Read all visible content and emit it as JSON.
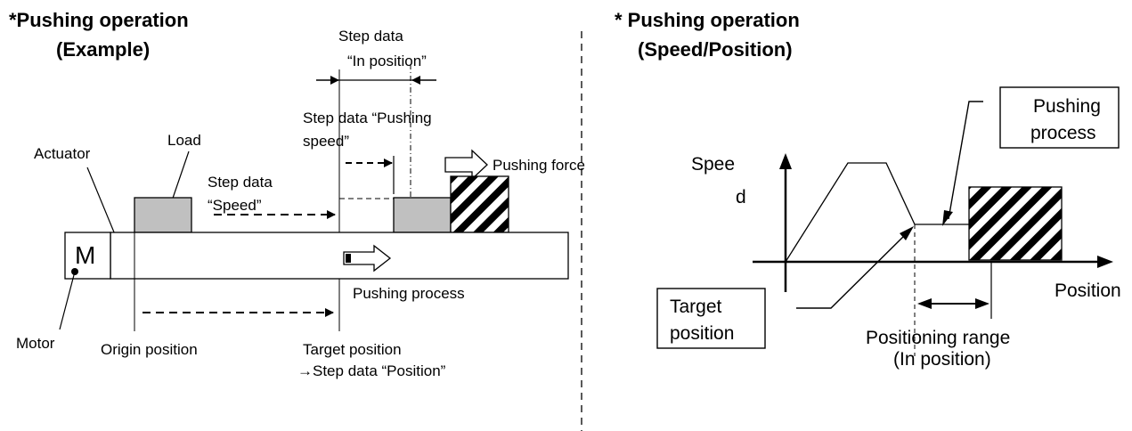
{
  "left": {
    "title_line1": "*Pushing operation",
    "title_line2": "(Example)",
    "step_data_in_position_line1": "Step data",
    "step_data_in_position_line2": "“In position”",
    "step_data_pushing_speed_line1": "Step data “Pushing",
    "step_data_pushing_speed_line2": "speed”",
    "load": "Load",
    "actuator": "Actuator",
    "step_data_speed_line1": "Step data",
    "step_data_speed_line2": "“Speed”",
    "pushing_force": "Pushing force",
    "motor_letter": "M",
    "pushing_process": "Pushing process",
    "motor": "Motor",
    "origin_position": "Origin position",
    "target_position_line1": "Target position",
    "target_position_line2": "→Step data “Position”"
  },
  "right": {
    "title_line1": "* Pushing operation",
    "title_line2": "(Speed/Position)",
    "pushing_process_line1": "Pushing",
    "pushing_process_line2": "process",
    "speed_line1": "Spee",
    "speed_line2": "d",
    "position_axis": "Position",
    "target_position_line1": "Target",
    "target_position_line2": "position",
    "positioning_range_line1": "Positioning range",
    "positioning_range_line2": "(In position)"
  }
}
